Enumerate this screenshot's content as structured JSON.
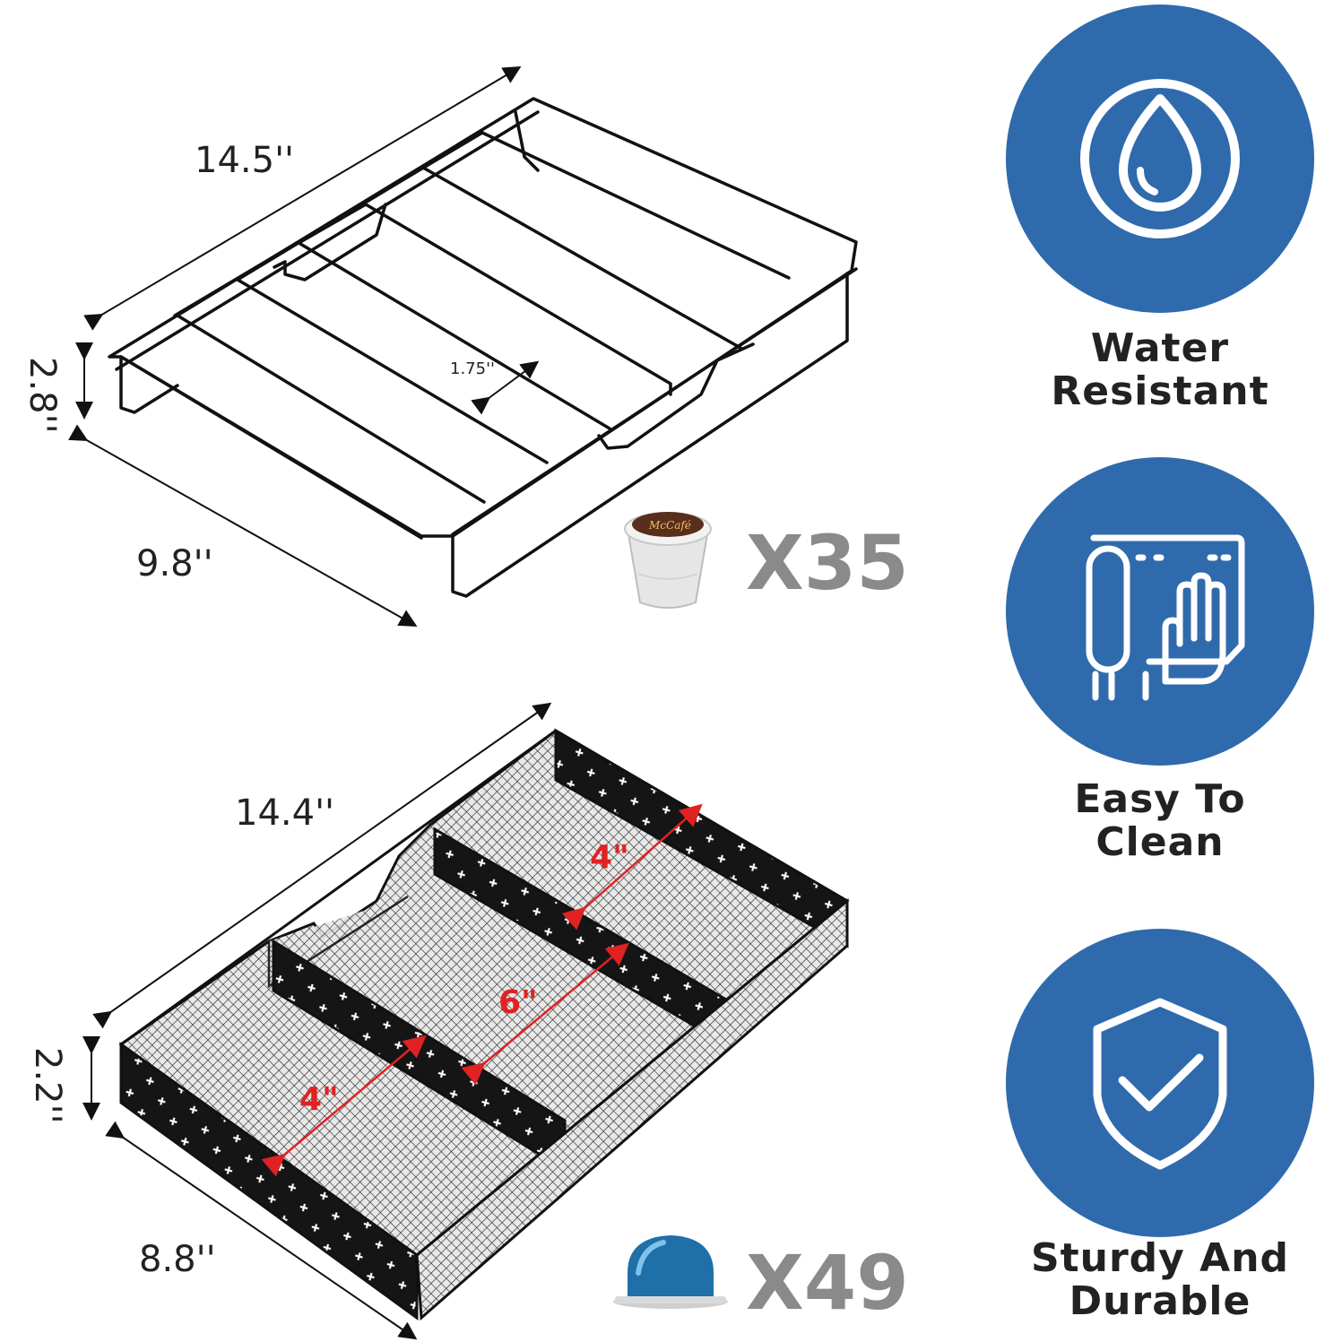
{
  "rack": {
    "length": "14.5''",
    "height": "2.8''",
    "width": "9.8''",
    "slot_width": "1.75''",
    "capacity": "X35",
    "pod_icon": "k-cup-pod-icon",
    "pod_brand": "McCafé"
  },
  "drawer": {
    "length": "14.4''",
    "height": "2.2''",
    "width": "8.8''",
    "section_left": "4\"",
    "section_middle": "6\"",
    "section_right": "4\"",
    "capacity": "X49",
    "pod_icon": "vertuo-capsule-icon"
  },
  "features": [
    {
      "icon": "water-drop-icon",
      "line1": "Water",
      "line2": "Resistant"
    },
    {
      "icon": "hand-wipe-icon",
      "line1": "Easy To",
      "line2": "Clean"
    },
    {
      "icon": "shield-check-icon",
      "line1": "Sturdy And",
      "line2": "Durable"
    }
  ],
  "colors": {
    "badge_blue": "#2f6aad",
    "dimension_red": "#e02222",
    "count_gray": "#8a8a8a",
    "metal_black": "#1a1a1a"
  }
}
